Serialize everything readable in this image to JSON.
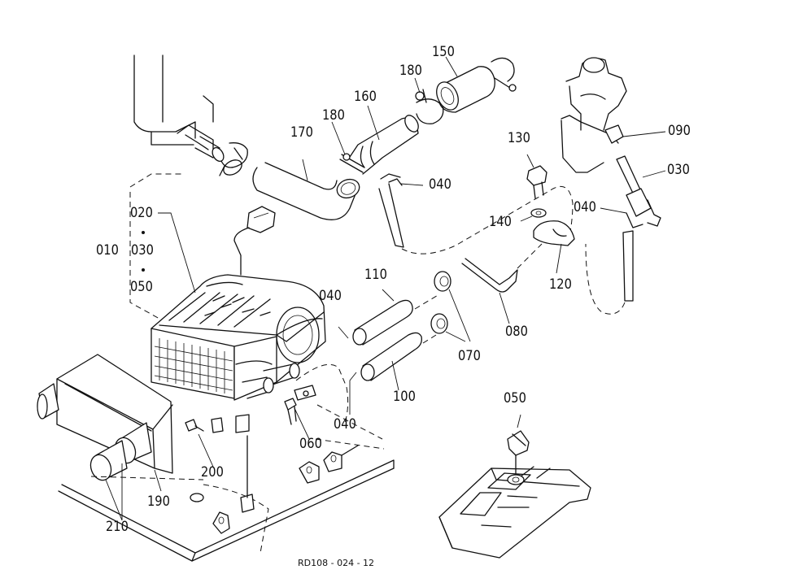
{
  "diagram": {
    "labels": {
      "p150": "150",
      "p180a": "180",
      "p160": "160",
      "p180b": "180",
      "p170": "170",
      "p090": "090",
      "p030a": "030",
      "p040a": "040",
      "p130": "130",
      "p040b": "040",
      "p140": "140",
      "p120": "120",
      "p020": "020",
      "p010": "010",
      "p030b": "030",
      "p050a": "050",
      "p110": "110",
      "p040c": "040",
      "p080": "080",
      "p070": "070",
      "p100": "100",
      "p040d": "040",
      "p060": "060",
      "p200": "200",
      "p190": "190",
      "p210": "210",
      "p050b": "050"
    },
    "reference": "RD108 - 024 - 12"
  }
}
